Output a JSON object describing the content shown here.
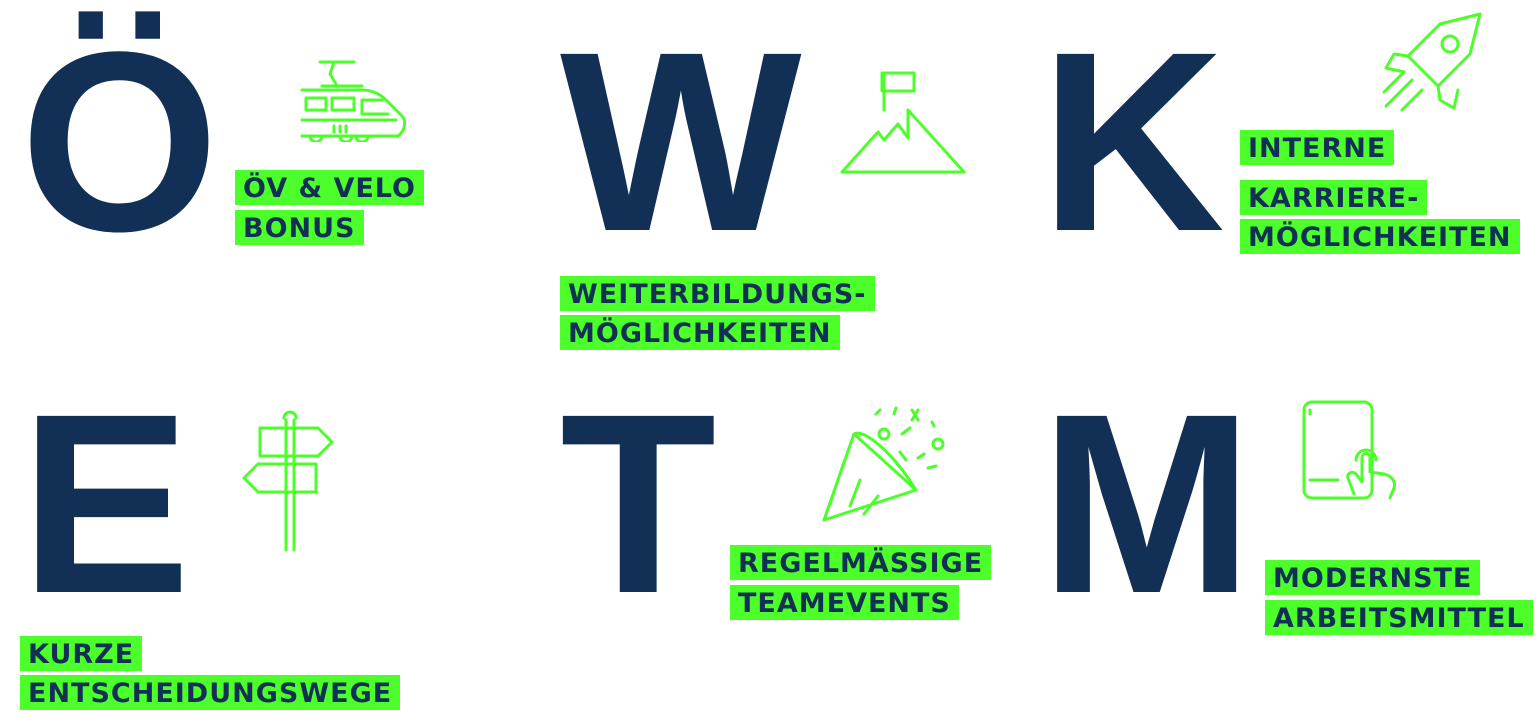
{
  "colors": {
    "navy": "#123056",
    "green": "#4cff2a"
  },
  "items": [
    {
      "letter": "Ö",
      "lines": [
        "ÖV & VELO",
        "BONUS"
      ],
      "icon": "train-icon"
    },
    {
      "letter": "W",
      "lines": [
        "WEITERBILDUNGS-",
        "MÖGLICHKEITEN"
      ],
      "icon": "mountain-flag-icon"
    },
    {
      "letter": "K",
      "lines": [
        "INTERNE",
        "KARRIERE-",
        "MÖGLICHKEITEN"
      ],
      "icon": "rocket-icon"
    },
    {
      "letter": "E",
      "lines": [
        "KURZE",
        "ENTSCHEIDUNGSWEGE"
      ],
      "icon": "signpost-icon"
    },
    {
      "letter": "T",
      "lines": [
        "REGELMÄSSIGE",
        "TEAMEVENTS"
      ],
      "icon": "party-popper-icon"
    },
    {
      "letter": "M",
      "lines": [
        "MODERNSTE",
        "ARBEITSMITTEL"
      ],
      "icon": "tablet-touch-icon"
    }
  ]
}
